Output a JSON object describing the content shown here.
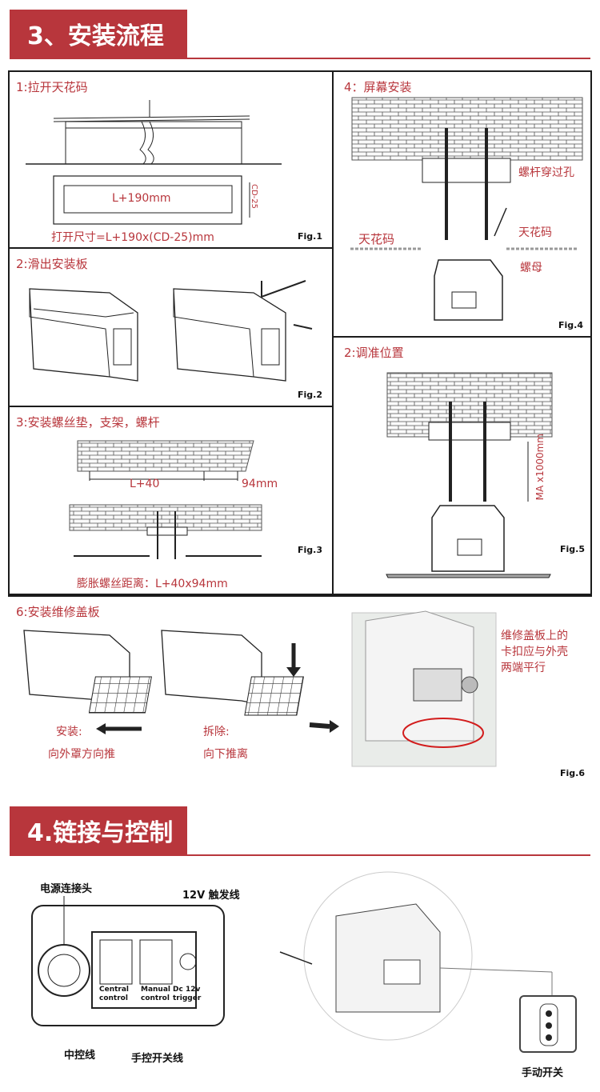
{
  "section3": {
    "title": "3、安装流程"
  },
  "panel1": {
    "title": "1:拉开天花码",
    "dim_length": "L+190mm",
    "dim_width": "CD-25",
    "caption": "打开尺寸=L+190x(CD-25)mm",
    "fig": "Fig.1"
  },
  "panel2": {
    "title": "2:滑出安装板",
    "fig": "Fig.2"
  },
  "panel3": {
    "title": "3:安装螺丝垫，支架，螺杆",
    "dim_l": "L+40",
    "dim_w": "94mm",
    "caption": "膨胀螺丝距离：L+40x94mm",
    "fig": "Fig.3"
  },
  "panel4": {
    "title": "4：屏幕安装",
    "label_hole": "螺杆穿过孔",
    "label_ceiling_left": "天花码",
    "label_ceiling_right": "天花码",
    "label_nut": "螺母",
    "fig": "Fig.4"
  },
  "panel5": {
    "title": "2:调准位置",
    "dim_max": "MA x1000mm",
    "fig": "Fig.5"
  },
  "panel6": {
    "title": "6:安装维修盖板",
    "install_label": "安装:",
    "install_desc": "向外罩方向推",
    "remove_label": "拆除:",
    "remove_desc": "向下推离",
    "note_line1": "维修盖板上的",
    "note_line2": "卡扣应与外壳",
    "note_line3": "两端平行",
    "fig": "Fig.6"
  },
  "section4": {
    "title": "4.链接与控制"
  },
  "control": {
    "power_connector": "电源连接头",
    "trigger_12v": "12V 触发线",
    "central_line1": "Central",
    "central_line2": "control",
    "manual_line1": "Manual",
    "manual_line2": "control",
    "dc_line1": "Dc 12v",
    "dc_line2": "trigger",
    "central_cable": "中控线",
    "manual_cable": "手控开关线",
    "manual_switch": "手动开关"
  },
  "colors": {
    "accent": "#b8363c",
    "line": "#1b1b1b"
  }
}
